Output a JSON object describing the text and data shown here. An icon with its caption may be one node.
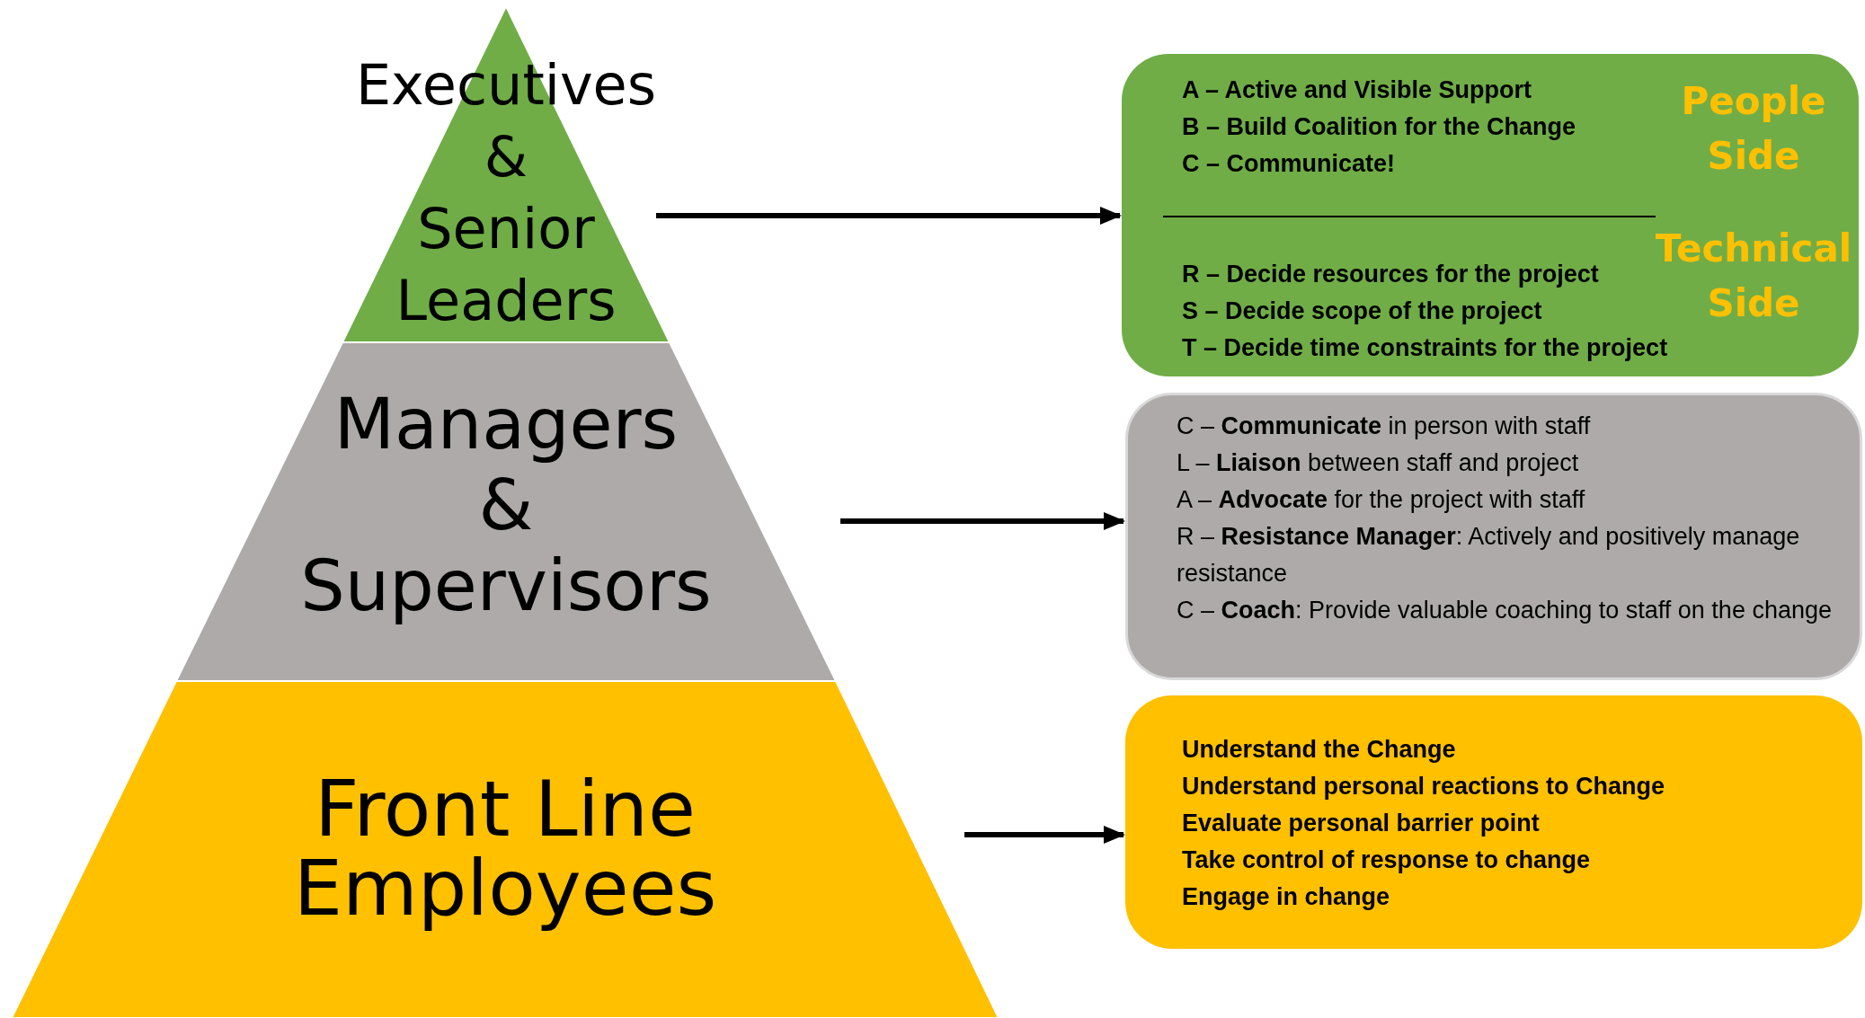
{
  "diagram": {
    "nodes": [
      {
        "text": [
          "Executives & Senior Leaders"
        ]
      },
      {
        "text": [
          "A – Active and Visible Support",
          "B – Build Coalition for the Change",
          "C – Communicate!",
          "People Side",
          "R – Decide resources for the project",
          "S – Decide scope of the project",
          "T – Decide time constraints for the project",
          "Technical Side"
        ]
      },
      {
        "text": [
          "Managers & Supervisors"
        ]
      },
      {
        "text": [
          "C – **Communicate** in person with staff",
          "L – **Liaison** between staff and project",
          "A – **Advocate** for the project with staff",
          "R – **Resistance Manager**:  Actively and positively manage resistance",
          "C – **Coach**: Provide valuable coaching to staff on the change"
        ]
      },
      {
        "text": [
          "Front Line Employees"
        ]
      },
      {
        "text": [
          "Understand the Change",
          "Understand personal reactions to Change",
          "Evaluate personal barrier point",
          "Take control of response to change",
          "Engage in change"
        ]
      }
    ],
    "edges": [
      {
        "from": 0,
        "to": 1,
        "arrow": "to"
      },
      {
        "from": 2,
        "to": 3,
        "arrow": "to"
      },
      {
        "from": 4,
        "to": 5,
        "arrow": "to"
      }
    ]
  }
}
